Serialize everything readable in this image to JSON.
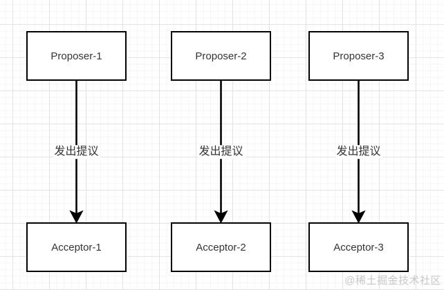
{
  "diagram": {
    "type": "flow-diagram",
    "topic": "Paxos proposers sending proposals to acceptors",
    "nodes": [
      {
        "id": "proposer-1",
        "label": "Proposer-1"
      },
      {
        "id": "proposer-2",
        "label": "Proposer-2"
      },
      {
        "id": "proposer-3",
        "label": "Proposer-3"
      },
      {
        "id": "acceptor-1",
        "label": "Acceptor-1"
      },
      {
        "id": "acceptor-2",
        "label": "Acceptor-2"
      },
      {
        "id": "acceptor-3",
        "label": "Acceptor-3"
      }
    ],
    "edges": [
      {
        "from": "proposer-1",
        "to": "acceptor-1",
        "label": "发出提议",
        "direction": "down"
      },
      {
        "from": "proposer-2",
        "to": "acceptor-2",
        "label": "发出提议",
        "direction": "down"
      },
      {
        "from": "proposer-3",
        "to": "acceptor-3",
        "label": "发出提议",
        "direction": "down"
      }
    ],
    "colors": {
      "node_border": "#000000",
      "node_fill": "#ffffff",
      "text": "#333333",
      "edge": "#000000",
      "grid_major": "#e3e3e3",
      "grid_minor": "#f5f5f5",
      "watermark": "#c7c7c7"
    }
  },
  "watermark": {
    "text": "@稀土掘金技术社区"
  }
}
